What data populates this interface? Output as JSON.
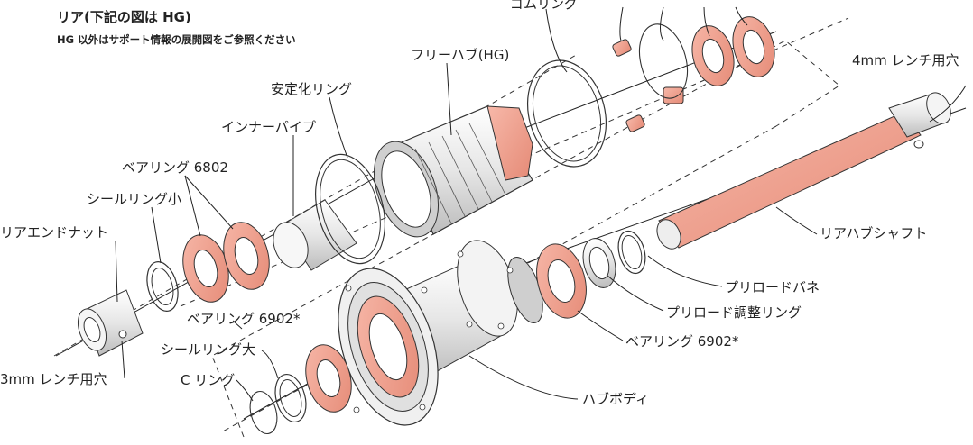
{
  "title": "リア(下記の図は HG)",
  "subtitle": "HG 以外はサポート情報の展開図をご参照ください",
  "labels": {
    "gom_ring": "ゴムリング",
    "freehub": "フリーハブ(HG)",
    "hole_4mm": "4mm レンチ用穴",
    "stabilizer_ring": "安定化リング",
    "inner_pipe": "インナーパイプ",
    "bearing_6802": "ベアリング 6802",
    "seal_ring_small": "シールリング小",
    "rear_end_nut": "リアエンドナット",
    "rear_hub_shaft": "リアハブシャフト",
    "preload_spring": "プリロードバネ",
    "preload_adjust_ring": "プリロード調整リング",
    "bearing_6902_left": "ベアリング 6902*",
    "bearing_6902_right": "ベアリング 6902*",
    "seal_ring_large": "シールリング大",
    "c_ring": "C リング",
    "hole_3mm": "3mm レンチ用穴",
    "hub_body": "ハブボディ"
  },
  "colors": {
    "accent_part": "#f2a391",
    "accent_part_dark": "#d9705e",
    "outline": "#333333",
    "metal": "#e8e8e8"
  }
}
